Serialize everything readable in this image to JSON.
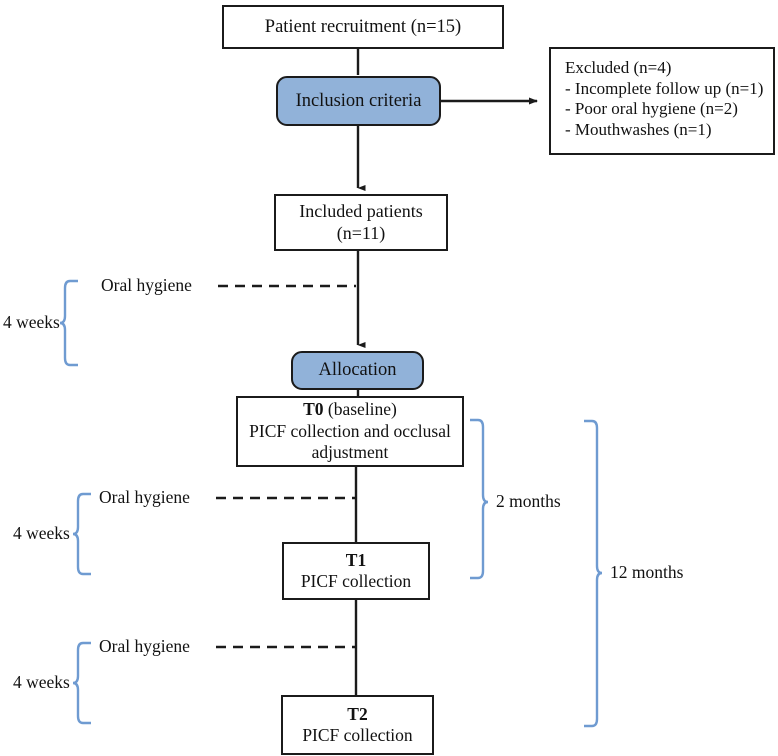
{
  "diagram": {
    "title": "Clinical study CONSORT-style flow diagram",
    "colors": {
      "accent_blue_fill": "#91B2D9",
      "bracket_blue": "#6F9BD1",
      "line_black": "#1b1b1b",
      "background": "#ffffff"
    },
    "nodes": {
      "recruitment": {
        "text": "Patient recruitment (n=15)",
        "shape": "rect"
      },
      "inclusion": {
        "text": "Inclusion criteria",
        "shape": "pill"
      },
      "excluded": {
        "title": "Excluded (n=4)",
        "items": [
          "- Incomplete follow up (n=1)",
          "- Poor oral hygiene  (n=2)",
          "- Mouthwashes (n=1)"
        ],
        "shape": "rect"
      },
      "included": {
        "line1": "Included patients",
        "line2": "(n=11)",
        "shape": "rect"
      },
      "allocation": {
        "text": "Allocation",
        "shape": "pill"
      },
      "t0": {
        "bold": "T0",
        "rest": " (baseline)",
        "line2": "PICF collection and occlusal",
        "line3": "adjustment",
        "shape": "rect"
      },
      "t1": {
        "bold": "T1",
        "line2": "PICF collection",
        "shape": "rect"
      },
      "t2": {
        "bold": "T2",
        "line2": "PICF collection",
        "shape": "rect"
      }
    },
    "annotations": {
      "oral_hygiene_1": "Oral hygiene",
      "oral_hygiene_2": "Oral hygiene",
      "oral_hygiene_3": "Oral hygiene",
      "four_weeks_1": "4 weeks",
      "four_weeks_2": "4 weeks",
      "four_weeks_3": "4 weeks",
      "two_months": "2 months",
      "twelve_months": "12 months"
    }
  }
}
